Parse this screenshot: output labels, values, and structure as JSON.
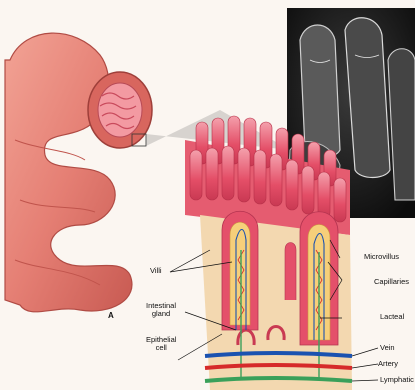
{
  "figure": {
    "panel_letter": "A",
    "labels": {
      "villi": "Villi",
      "intestinal_gland": "Intestinal\ngland",
      "epithelial_cell": "Epithelial\ncell",
      "microvillus": "Microvillus",
      "capillaries": "Capillaries",
      "lacteal": "Lacteal",
      "vein": "Vein",
      "artery": "Artery",
      "lymphatic": "Lymphatic"
    },
    "colors": {
      "intestine": "#e8877e",
      "villus": "#e9566b",
      "villus_core": "#f4c26a",
      "vein": "#1b52b0",
      "artery": "#d62a2a",
      "lymphatic": "#3aa05a",
      "sem_background": "#1c1c1c"
    }
  }
}
